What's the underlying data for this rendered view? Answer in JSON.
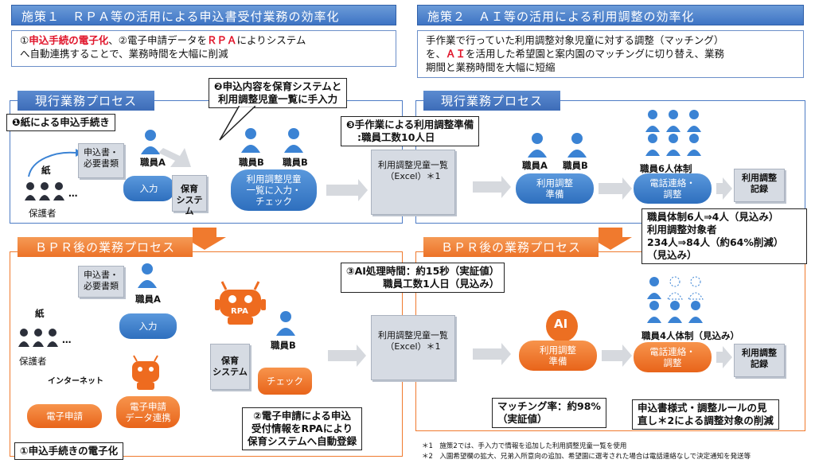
{
  "measure1": {
    "title": "施策１　ＲＰＡ等の活用による申込書受付業務の効率化",
    "desc_red": "申込手続の電子化",
    "desc_pre": "①",
    "desc_mid": "、②電子申請データを",
    "desc_red2": "ＲＰＡ",
    "desc_post": "によりシステム",
    "desc_line2": "へ自動連携することで、業務時間を大幅に削減"
  },
  "measure2": {
    "title": "施策２　ＡＩ等の活用による利用調整の効率化",
    "desc_line1": "手作業で行っていた利用調整対象児童に対する調整（マッチング）",
    "desc_pre": "を、",
    "desc_red": "ＡＩ",
    "desc_post": "を活用した希望園と案内園のマッチングに切り替え、業務",
    "desc_line3": "期間と業務時間を大幅に短縮"
  },
  "left_current": {
    "title": "現行業務プロセス",
    "callout1": "❶紙による申込手続き",
    "callout2_line1": "❷申込内容を保育システムと",
    "callout2_line2": "利用調整児童一覧に手入力",
    "doc_label": "申込書・\n必要書類",
    "paper": "紙",
    "guardian": "保護者",
    "ellipsis": "…",
    "staffA": "職員A",
    "staffB": "職員B",
    "input": "入力",
    "system": "保育\nシステム",
    "input_check": "利用調整児童\n一覧に入力・\nチェック"
  },
  "right_current": {
    "title": "現行業務プロセス",
    "callout3_line1": "❸手作業による利用調整準備",
    "callout3_line2": ":職員工数10人日",
    "list_doc": "利用調整児童一覧\n（Excel）＊1",
    "staffA": "職員A",
    "staffB": "職員B",
    "prep": "利用調整\n準備",
    "six": "職員6人体制",
    "phone": "電話連絡・\n調整",
    "record": "利用調整\n記録"
  },
  "left_bpr": {
    "title": "ＢＰＲ後の業務プロセス",
    "doc_label": "申込書・\n必要書類",
    "paper": "紙",
    "guardian": "保護者",
    "ellipsis": "…",
    "internet": "インターネット",
    "staffA": "職員A",
    "staffB": "職員B",
    "input": "入力",
    "rpa": "RPA",
    "system": "保育\nシステム",
    "check": "チェック",
    "eapp": "電子申請",
    "elink": "電子申請\nデータ連携",
    "callout_bottom_left": "①申込手続きの電子化",
    "callout_bottom_mid_line1": "②電子申請による申込",
    "callout_bottom_mid_line2": "受付情報をRPAにより",
    "callout_bottom_mid_line3": "保育システムへ自動登録"
  },
  "right_bpr": {
    "title": "ＢＰＲ後の業務プロセス",
    "callout_ai_line1": "③AI処理時間：約15秒（実証値）",
    "callout_ai_line2": "職員工数1人日（見込み）",
    "list_doc": "利用調整児童一覧\n（Excel）＊1",
    "ai": "AI",
    "prep": "利用調整\n準備",
    "four": "職員4人体制（見込み）",
    "phone": "電話連絡・\n調整",
    "record": "利用調整\n記録",
    "callout_top_line1": "職員体制6人⇒4人（見込み）",
    "callout_top_line2": "利用調整対象者",
    "callout_top_line3": "234人⇒84人（約64%削減）",
    "callout_top_line4": "（見込み）",
    "matching_line1": "マッチング率：約98%",
    "matching_line2": "（実証値）",
    "rule_line1": "申込書様式・調整ルールの見",
    "rule_line2": "直し＊2による調整対象の削減"
  },
  "notes": {
    "n1": "＊1　施策2では、手入力で情報を追加した利用調整児童一覧を使用",
    "n2": "＊2　入園希望欄の拡大、兄弟入所意向の追加、希望園に選考された場合は電話連絡なしで決定通知を発送等"
  },
  "colors": {
    "blue": "#3d6cb8",
    "orange": "#ec7228",
    "red": "#e0142a",
    "gray": "#d6d9de",
    "person": "#3b83d4",
    "dark": "#2b2f3a"
  }
}
